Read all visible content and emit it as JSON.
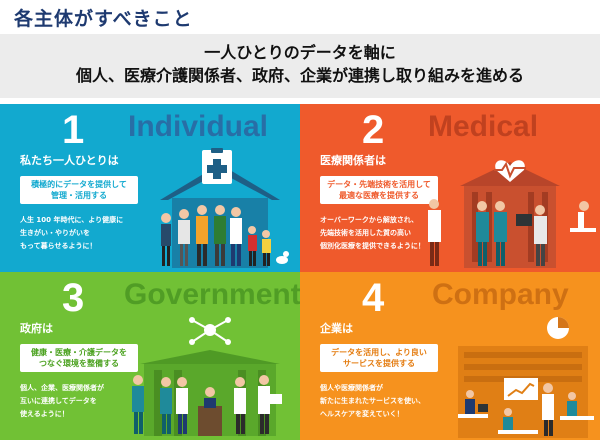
{
  "page": {
    "title": "各主体がすべきこと"
  },
  "banner": {
    "line1": "一人ひとりのデータを軸に",
    "line2": "個人、医療介護関係者、政府、企業が連携し取り組みを進める"
  },
  "panels": [
    {
      "number": "1",
      "word": "Individual",
      "subject": "私たち一人ひとりは",
      "action": [
        "積極的にデータを提供して",
        "管理・活用する"
      ],
      "description": [
        "人生 100 年時代に、より健康に",
        "生きがい・やりがいを",
        "もって暮らせるように！"
      ],
      "color": "#12a9cf"
    },
    {
      "number": "2",
      "word": "Medical",
      "subject": "医療関係者は",
      "action": [
        "データ・先端技術を活用して",
        "最適な医療を提供する"
      ],
      "description": [
        "オーバーワークから解放され、",
        "先端技術を活用した質の高い",
        "個別化医療を提供できるように！"
      ],
      "color": "#ef5a2c"
    },
    {
      "number": "3",
      "word": "Government",
      "subject": "政府は",
      "action": [
        "健康・医療・介護データを",
        "つなぐ環境を整備する"
      ],
      "description": [
        "個人、企業、医療関係者が",
        "互いに連携してデータを",
        "使えるように！"
      ],
      "color": "#71c135"
    },
    {
      "number": "4",
      "word": "Company",
      "subject": "企業は",
      "action": [
        "データを活用し、より良い",
        "サービスを提供する"
      ],
      "description": [
        "個人や医療関係者が",
        "新たに生まれたサービスを使い、",
        "ヘルスケアを変えていく！"
      ],
      "color": "#f6921e"
    }
  ]
}
